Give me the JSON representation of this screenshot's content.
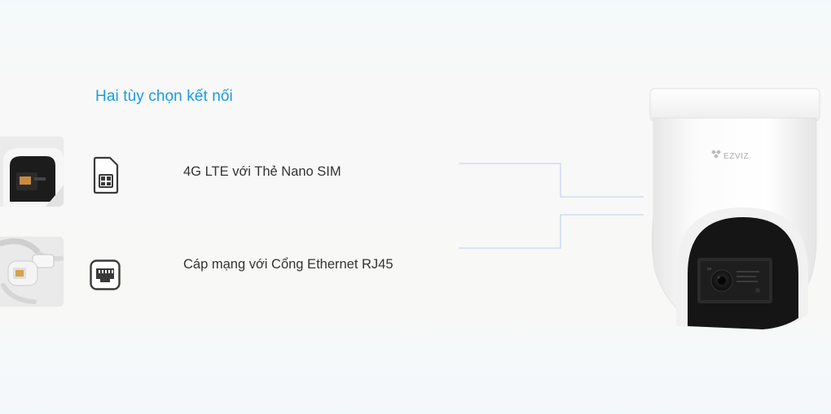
{
  "section": {
    "heading": "Hai tùy chọn kết nối"
  },
  "options": [
    {
      "icon": "sim-card-icon",
      "label": "4G LTE với Thẻ Nano SIM"
    },
    {
      "icon": "ethernet-port-icon",
      "label": "Cáp mạng với Cổng Ethernet RJ45"
    }
  ],
  "product": {
    "brand": "EZVIZ"
  },
  "colors": {
    "heading": "#1a9be2",
    "text": "#333333",
    "connector": "#c9d6f2"
  }
}
